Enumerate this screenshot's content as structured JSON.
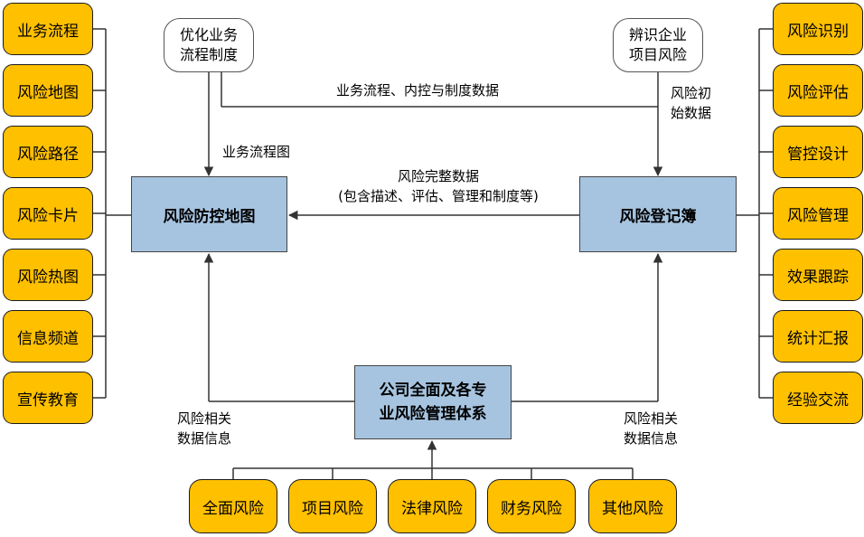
{
  "left_items": [
    "业务流程",
    "风险地图",
    "风险路径",
    "风险卡片",
    "风险热图",
    "信息频道",
    "宣传教育"
  ],
  "right_items": [
    "风险识别",
    "风险评估",
    "管控设计",
    "风险管理",
    "效果跟踪",
    "统计汇报",
    "经验交流"
  ],
  "bottom_items": [
    "全面风险",
    "项目风险",
    "法律风险",
    "财务风险",
    "其他风险"
  ],
  "top_left_box": [
    "优化业务",
    "流程制度"
  ],
  "top_right_box": [
    "辨识企业",
    "项目风险"
  ],
  "left_center_box": "风险防控地图",
  "right_center_box": "风险登记簿",
  "bottom_center_box": [
    "公司全面及各专",
    "业风险管理体系"
  ],
  "labels": {
    "top_flow": "业务流程、内控与制度数据",
    "initial_data": [
      "风险初",
      "始数据"
    ],
    "flow_chart": "业务流程图",
    "complete_data": [
      "风险完整数据",
      "(包含描述、评估、管理和制度等)"
    ],
    "related_left": [
      "风险相关",
      "数据信息"
    ],
    "related_right": [
      "风险相关",
      "数据信息"
    ]
  }
}
